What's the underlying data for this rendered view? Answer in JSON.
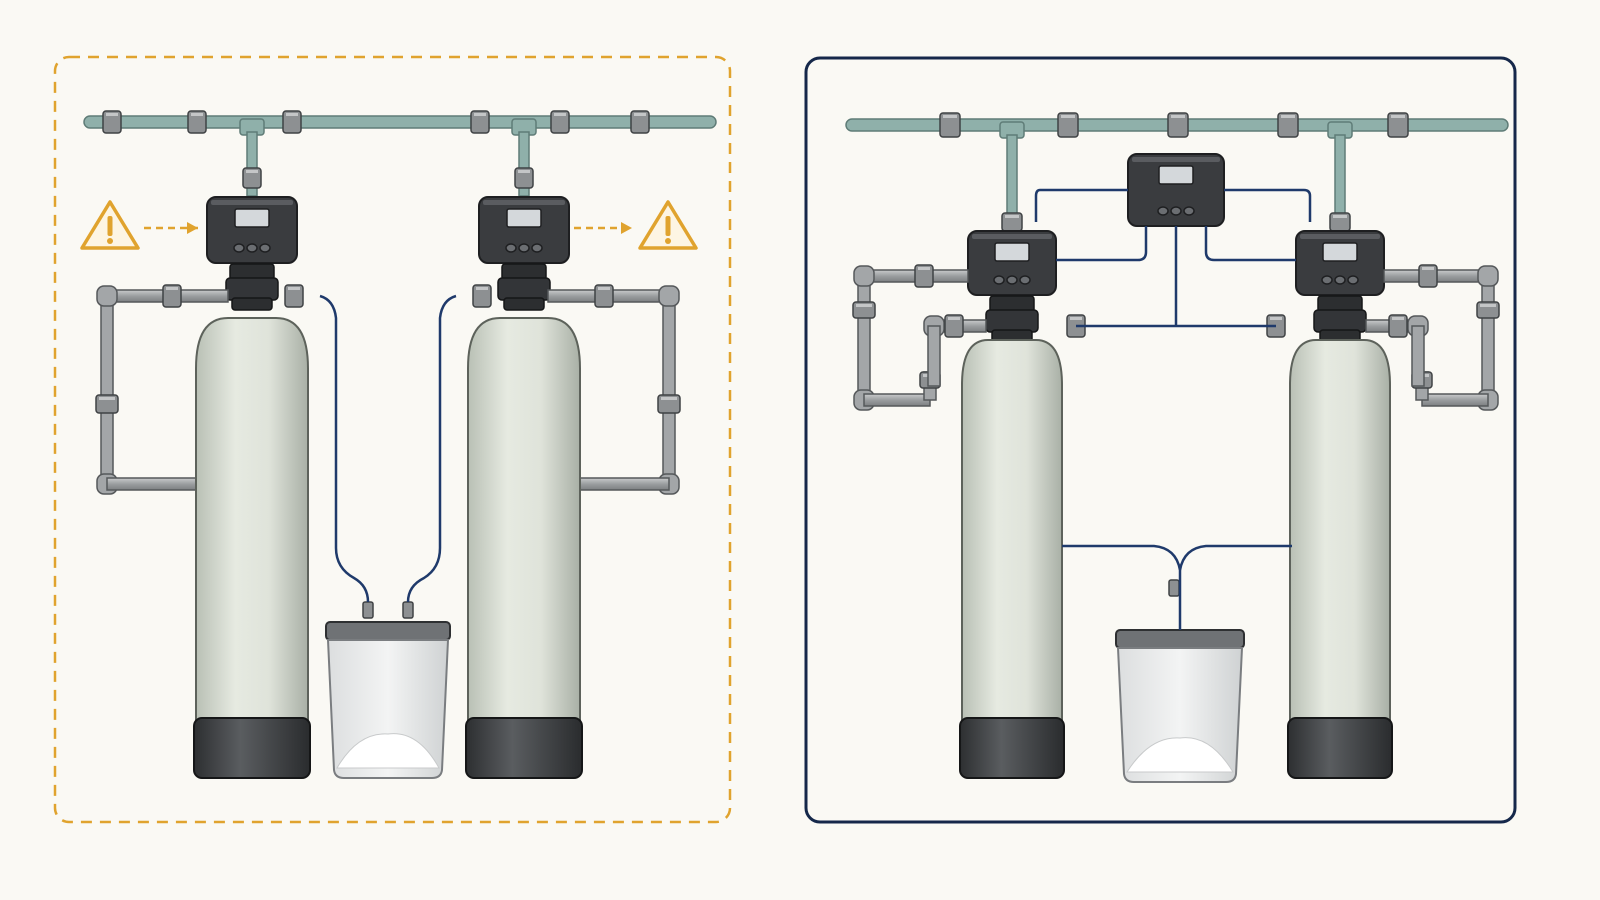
{
  "panels": [
    {
      "id": "independent",
      "frame_style": "dashed",
      "frame_color": "#e0a32e",
      "warning_icons": 2,
      "tanks": 2,
      "controllers": 2,
      "brine_tanks": 1
    },
    {
      "id": "networked",
      "frame_style": "solid",
      "frame_color": "#15284a",
      "master_controller": true,
      "tanks": 2,
      "controllers": 2,
      "brine_tanks": 1
    }
  ],
  "colors": {
    "background": "#faf9f4",
    "warning": "#e0a32e",
    "signal_line": "#1f3a6b",
    "main_pipe": "#8fb0aa",
    "tank": "#d9ded4",
    "controller": "#3a3c3f"
  },
  "icons": [
    "warning-icon",
    "warning-icon",
    "controller-head-icon",
    "brine-tank-icon"
  ]
}
